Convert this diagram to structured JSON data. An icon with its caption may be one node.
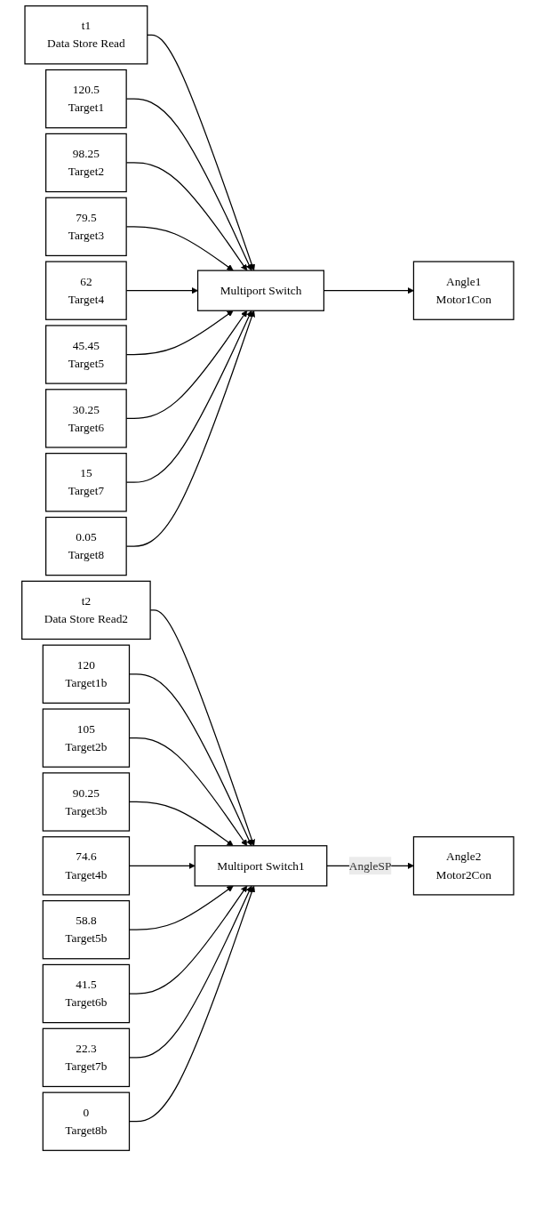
{
  "diagram": {
    "nodes": [
      {
        "text": [
          "t1",
          "Data Store Read"
        ]
      },
      {
        "text": [
          "120.5",
          "Target1"
        ]
      },
      {
        "text": [
          "98.25",
          "Target2"
        ]
      },
      {
        "text": [
          "79.5",
          "Target3"
        ]
      },
      {
        "text": [
          "62",
          "Target4"
        ]
      },
      {
        "text": [
          "45.45",
          "Target5"
        ]
      },
      {
        "text": [
          "30.25",
          "Target6"
        ]
      },
      {
        "text": [
          "15",
          "Target7"
        ]
      },
      {
        "text": [
          "0.05",
          "Target8"
        ]
      },
      {
        "text": [
          "Multiport Switch"
        ]
      },
      {
        "text": [
          "Angle1",
          "Motor1Con"
        ]
      },
      {
        "text": [
          "t2",
          "Data Store Read2"
        ]
      },
      {
        "text": [
          "120",
          "Target1b"
        ]
      },
      {
        "text": [
          "105",
          "Target2b"
        ]
      },
      {
        "text": [
          "90.25",
          "Target3b"
        ]
      },
      {
        "text": [
          "74.6",
          "Target4b"
        ]
      },
      {
        "text": [
          "58.8",
          "Target5b"
        ]
      },
      {
        "text": [
          "41.5",
          "Target6b"
        ]
      },
      {
        "text": [
          "22.3",
          "Target7b"
        ]
      },
      {
        "text": [
          "0",
          "Target8b"
        ]
      },
      {
        "text": [
          "Multiport Switch1"
        ]
      },
      {
        "text": [
          "Angle2",
          "Motor2Con"
        ]
      }
    ],
    "edges": [
      {
        "from": 0,
        "to": 9,
        "arrow": "to"
      },
      {
        "from": 1,
        "to": 9,
        "arrow": "to"
      },
      {
        "from": 2,
        "to": 9,
        "arrow": "to"
      },
      {
        "from": 3,
        "to": 9,
        "arrow": "to"
      },
      {
        "from": 4,
        "to": 9,
        "arrow": "to"
      },
      {
        "from": 5,
        "to": 9,
        "arrow": "to"
      },
      {
        "from": 6,
        "to": 9,
        "arrow": "to"
      },
      {
        "from": 7,
        "to": 9,
        "arrow": "to"
      },
      {
        "from": 8,
        "to": 9,
        "arrow": "to"
      },
      {
        "from": 9,
        "to": 10,
        "arrow": "to"
      },
      {
        "from": 11,
        "to": 20,
        "arrow": "to"
      },
      {
        "from": 12,
        "to": 20,
        "arrow": "to"
      },
      {
        "from": 13,
        "to": 20,
        "arrow": "to"
      },
      {
        "from": 14,
        "to": 20,
        "arrow": "to"
      },
      {
        "from": 15,
        "to": 20,
        "arrow": "to"
      },
      {
        "from": 16,
        "to": 20,
        "arrow": "to"
      },
      {
        "from": 17,
        "to": 20,
        "arrow": "to"
      },
      {
        "from": 18,
        "to": 20,
        "arrow": "to"
      },
      {
        "from": 19,
        "to": 20,
        "arrow": "to"
      },
      {
        "from": 20,
        "to": 21,
        "label": "AngleSP",
        "arrow": "to"
      }
    ]
  }
}
